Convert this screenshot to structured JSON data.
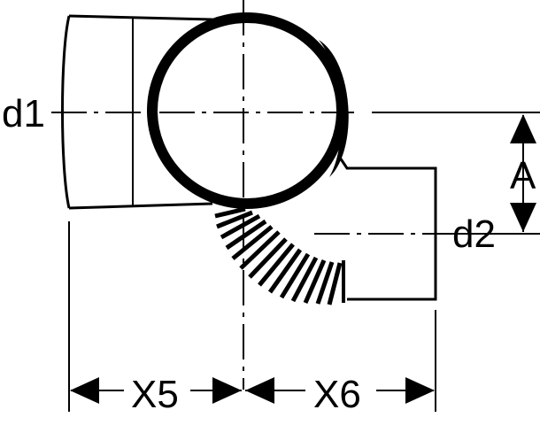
{
  "labels": {
    "d1": "d1",
    "d2": "d2",
    "A": "A",
    "X5": "X5",
    "X6": "X6"
  },
  "colors": {
    "stroke": "#000000",
    "background": "#ffffff"
  }
}
